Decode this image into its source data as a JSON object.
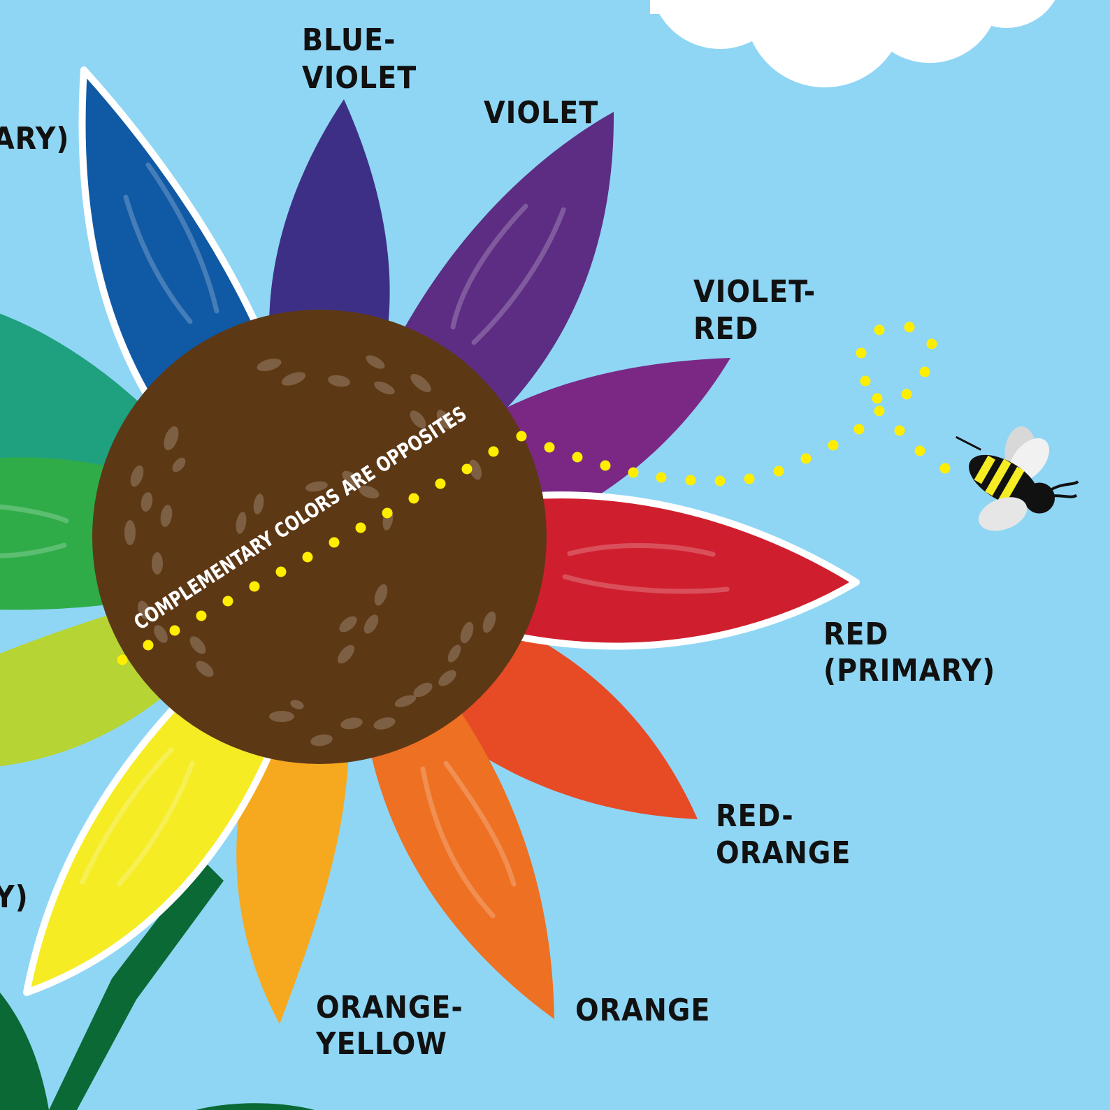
{
  "colors": {
    "sky": "#8fd6f5",
    "center": "#5d3815",
    "yellow_green": "#b6d433",
    "yellow": "#f5ec24",
    "orange_yellow": "#f6a81e",
    "orange": "#ee7022",
    "red_orange": "#e64b26",
    "red": "#cf1f2e",
    "violet_red": "#7b2885",
    "violet": "#5c2d83",
    "blue_violet": "#3e2f86",
    "blue": "#1059a5",
    "blue_green": "#1fa07f",
    "green": "#2fac48",
    "stem": "#0a6934",
    "bee_path": "#ffee00"
  },
  "labels": {
    "blue_primary_partial": "ARY)",
    "blue_violet_1": "BLUE-",
    "blue_violet_2": "VIOLET",
    "violet": "VIOLET",
    "violet_red_1": "VIOLET-",
    "violet_red_2": "RED",
    "red_1": "RED",
    "red_2": "(PRIMARY)",
    "red_orange_1": "RED-",
    "red_orange_2": "ORANGE",
    "orange": "ORANGE",
    "orange_yellow_1": "ORANGE-",
    "orange_yellow_2": "YELLOW",
    "yellow_primary_partial": "Y)"
  },
  "center_text": "COMPLEMENTARY COLORS ARE OPPOSITES",
  "icons": {
    "bee": "bee-icon",
    "cloud": "cloud-icon"
  }
}
